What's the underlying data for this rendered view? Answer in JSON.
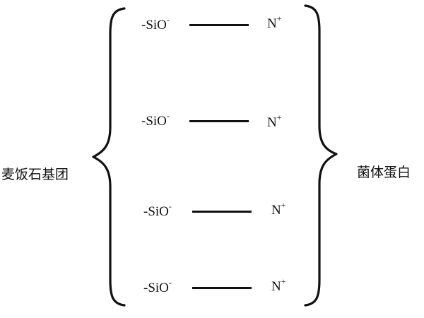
{
  "diagram": {
    "left_label": "麦饭石基团",
    "right_label": "菌体蛋白",
    "bonds": [
      {
        "left_group": "-SiO",
        "left_charge": "-",
        "right_group": "N",
        "right_charge": "+"
      },
      {
        "left_group": "-SiO",
        "left_charge": "-",
        "right_group": "N",
        "right_charge": "+"
      },
      {
        "left_group": "-SiO",
        "left_charge": "-",
        "right_group": "N",
        "right_charge": "+"
      },
      {
        "left_group": "-SiO",
        "left_charge": "-",
        "right_group": "N",
        "right_charge": "+"
      }
    ],
    "colors": {
      "ink": "#111111",
      "background": "#ffffff"
    }
  }
}
